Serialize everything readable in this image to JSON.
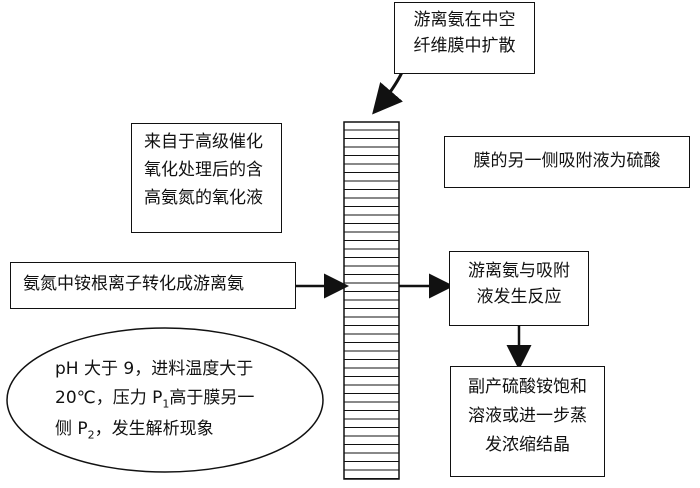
{
  "top_box": {
    "lines": [
      "游离氨在中空",
      "纤维膜中扩散"
    ]
  },
  "left_source_box": {
    "lines": [
      "来自于高级催化",
      "氧化处理后的含",
      "高氨氮的氧化液"
    ]
  },
  "right_top_box": {
    "text": "膜的另一侧吸附液为硫酸"
  },
  "left_convert_box": {
    "text": "氨氮中铵根离子转化成游离氨"
  },
  "reaction_box": {
    "lines": [
      "游离氨与吸附",
      "液发生反应"
    ]
  },
  "product_box": {
    "lines": [
      "副产硫酸铵饱和",
      "溶液或进一步蒸",
      "发浓缩结晶"
    ]
  },
  "condition_ellipse": {
    "line1": "pH 大于 9，进料温度大于",
    "line2_a": "20℃，压力 P",
    "line2_sub": "1",
    "line2_b": "高于膜另一",
    "line3_a": "侧 P",
    "line3_sub": "2",
    "line3_b": "，发生解析现象"
  }
}
